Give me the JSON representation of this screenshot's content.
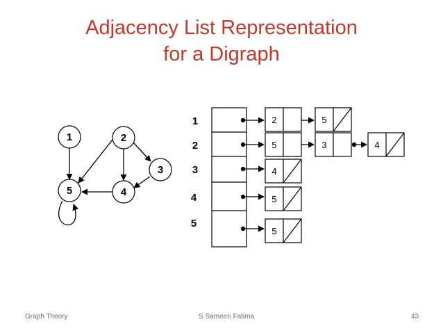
{
  "slide": {
    "title_line1": "Adjacency List Representation",
    "title_line2": "for a Digraph"
  },
  "graph": {
    "nodes": [
      "1",
      "2",
      "3",
      "4",
      "5"
    ],
    "edges": [
      [
        "1",
        "5"
      ],
      [
        "2",
        "5"
      ],
      [
        "2",
        "4"
      ],
      [
        "2",
        "3"
      ],
      [
        "3",
        "4"
      ],
      [
        "4",
        "5"
      ],
      [
        "5",
        "5"
      ]
    ]
  },
  "adjacency_list": {
    "vertices": [
      "1",
      "2",
      "3",
      "4",
      "5"
    ],
    "lists": [
      [
        "2",
        "5"
      ],
      [
        "5",
        "3",
        "4"
      ],
      [
        "4"
      ],
      [
        "5"
      ],
      [
        "5"
      ]
    ]
  },
  "footer": {
    "left": "Graph Theory",
    "center": "S Sameen Fatima",
    "page": "43"
  }
}
